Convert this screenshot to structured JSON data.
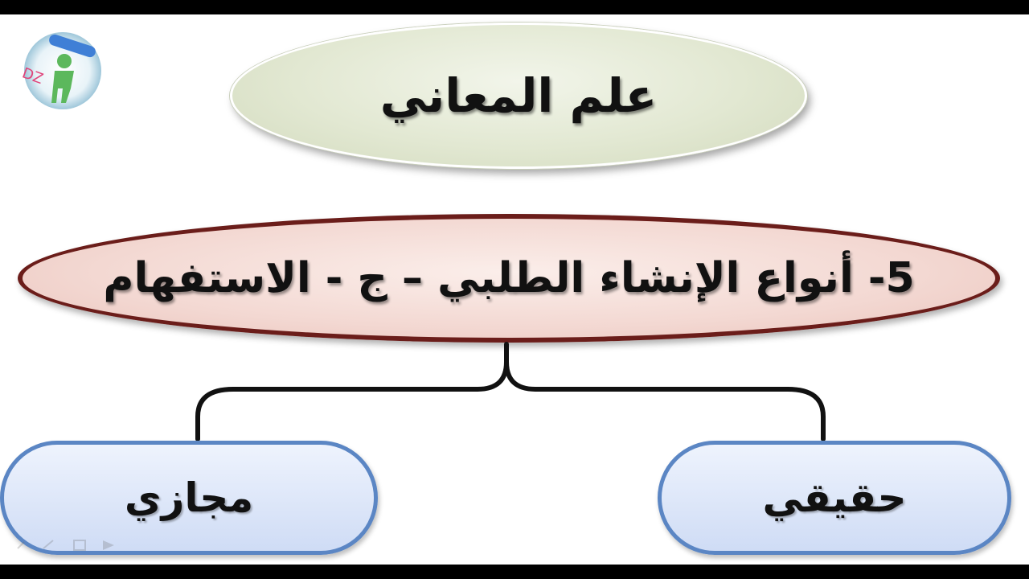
{
  "title": "علم المعاني",
  "main_topic": "5- أنواع الإنشاء الطلبي – ج - الاستفهام",
  "branches": {
    "left": "مجازي",
    "right": "حقيقي"
  },
  "logo": {
    "text": "DZ",
    "icon": "person-figure-logo-icon"
  },
  "colors": {
    "title_fill": "#e2e8d2",
    "main_border": "#6b1d1a",
    "main_fill": "#f3d8d2",
    "pill_border": "#5b86c4",
    "pill_fill": "#dce6f8"
  }
}
